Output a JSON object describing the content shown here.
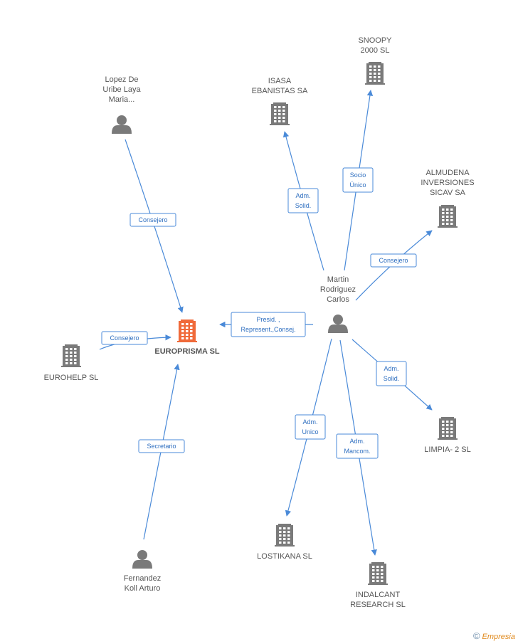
{
  "colors": {
    "edge": "#4a8ad8",
    "node": "#7a7a7a",
    "main": "#f06a3a",
    "text": "#555555"
  },
  "nodes": [
    {
      "id": "europrisma",
      "type": "company",
      "main": true,
      "label": [
        "EUROPRISMA SL"
      ],
      "icon": "building-icon"
    },
    {
      "id": "eurohelp",
      "type": "company",
      "main": false,
      "label": [
        "EUROHELP  SL"
      ],
      "icon": "building-icon"
    },
    {
      "id": "lopez",
      "type": "person",
      "main": false,
      "label": [
        "Lopez De",
        "Uribe Laya",
        "Maria..."
      ],
      "icon": "person-icon"
    },
    {
      "id": "fernandez",
      "type": "person",
      "main": false,
      "label": [
        "Fernandez",
        "Koll Arturo"
      ],
      "icon": "person-icon"
    },
    {
      "id": "martin",
      "type": "person",
      "main": false,
      "label": [
        "Martin",
        "Rodriguez",
        "Carlos"
      ],
      "icon": "person-icon"
    },
    {
      "id": "isasa",
      "type": "company",
      "main": false,
      "label": [
        "ISASA",
        "EBANISTAS SA"
      ],
      "icon": "building-icon"
    },
    {
      "id": "snoopy",
      "type": "company",
      "main": false,
      "label": [
        "SNOOPY",
        "2000 SL"
      ],
      "icon": "building-icon"
    },
    {
      "id": "almudena",
      "type": "company",
      "main": false,
      "label": [
        "ALMUDENA",
        "INVERSIONES",
        "SICAV SA"
      ],
      "icon": "building-icon"
    },
    {
      "id": "limpia",
      "type": "company",
      "main": false,
      "label": [
        "LIMPIA- 2 SL"
      ],
      "icon": "building-icon"
    },
    {
      "id": "lostikana",
      "type": "company",
      "main": false,
      "label": [
        "LOSTIKANA SL"
      ],
      "icon": "building-icon"
    },
    {
      "id": "indalcant",
      "type": "company",
      "main": false,
      "label": [
        "INDALCANT",
        "RESEARCH  SL"
      ],
      "icon": "building-icon"
    }
  ],
  "edges": [
    {
      "from": "lopez",
      "to": "europrisma",
      "label": [
        "Consejero"
      ]
    },
    {
      "from": "eurohelp",
      "to": "europrisma",
      "label": [
        "Consejero"
      ]
    },
    {
      "from": "fernandez",
      "to": "europrisma",
      "label": [
        "Secretario"
      ]
    },
    {
      "from": "martin",
      "to": "europrisma",
      "label": [
        "Presid. ,",
        "Represent.,Consej."
      ]
    },
    {
      "from": "martin",
      "to": "isasa",
      "label": [
        "Adm.",
        "Solid."
      ]
    },
    {
      "from": "martin",
      "to": "snoopy",
      "label": [
        "Socio",
        "Único"
      ]
    },
    {
      "from": "martin",
      "to": "almudena",
      "label": [
        "Consejero"
      ]
    },
    {
      "from": "martin",
      "to": "limpia",
      "label": [
        "Adm.",
        "Solid."
      ]
    },
    {
      "from": "martin",
      "to": "lostikana",
      "label": [
        "Adm.",
        "Unico"
      ]
    },
    {
      "from": "martin",
      "to": "indalcant",
      "label": [
        "Adm.",
        "Mancom."
      ]
    }
  ],
  "footer": {
    "copyright": "©",
    "brand": "Empresia"
  }
}
